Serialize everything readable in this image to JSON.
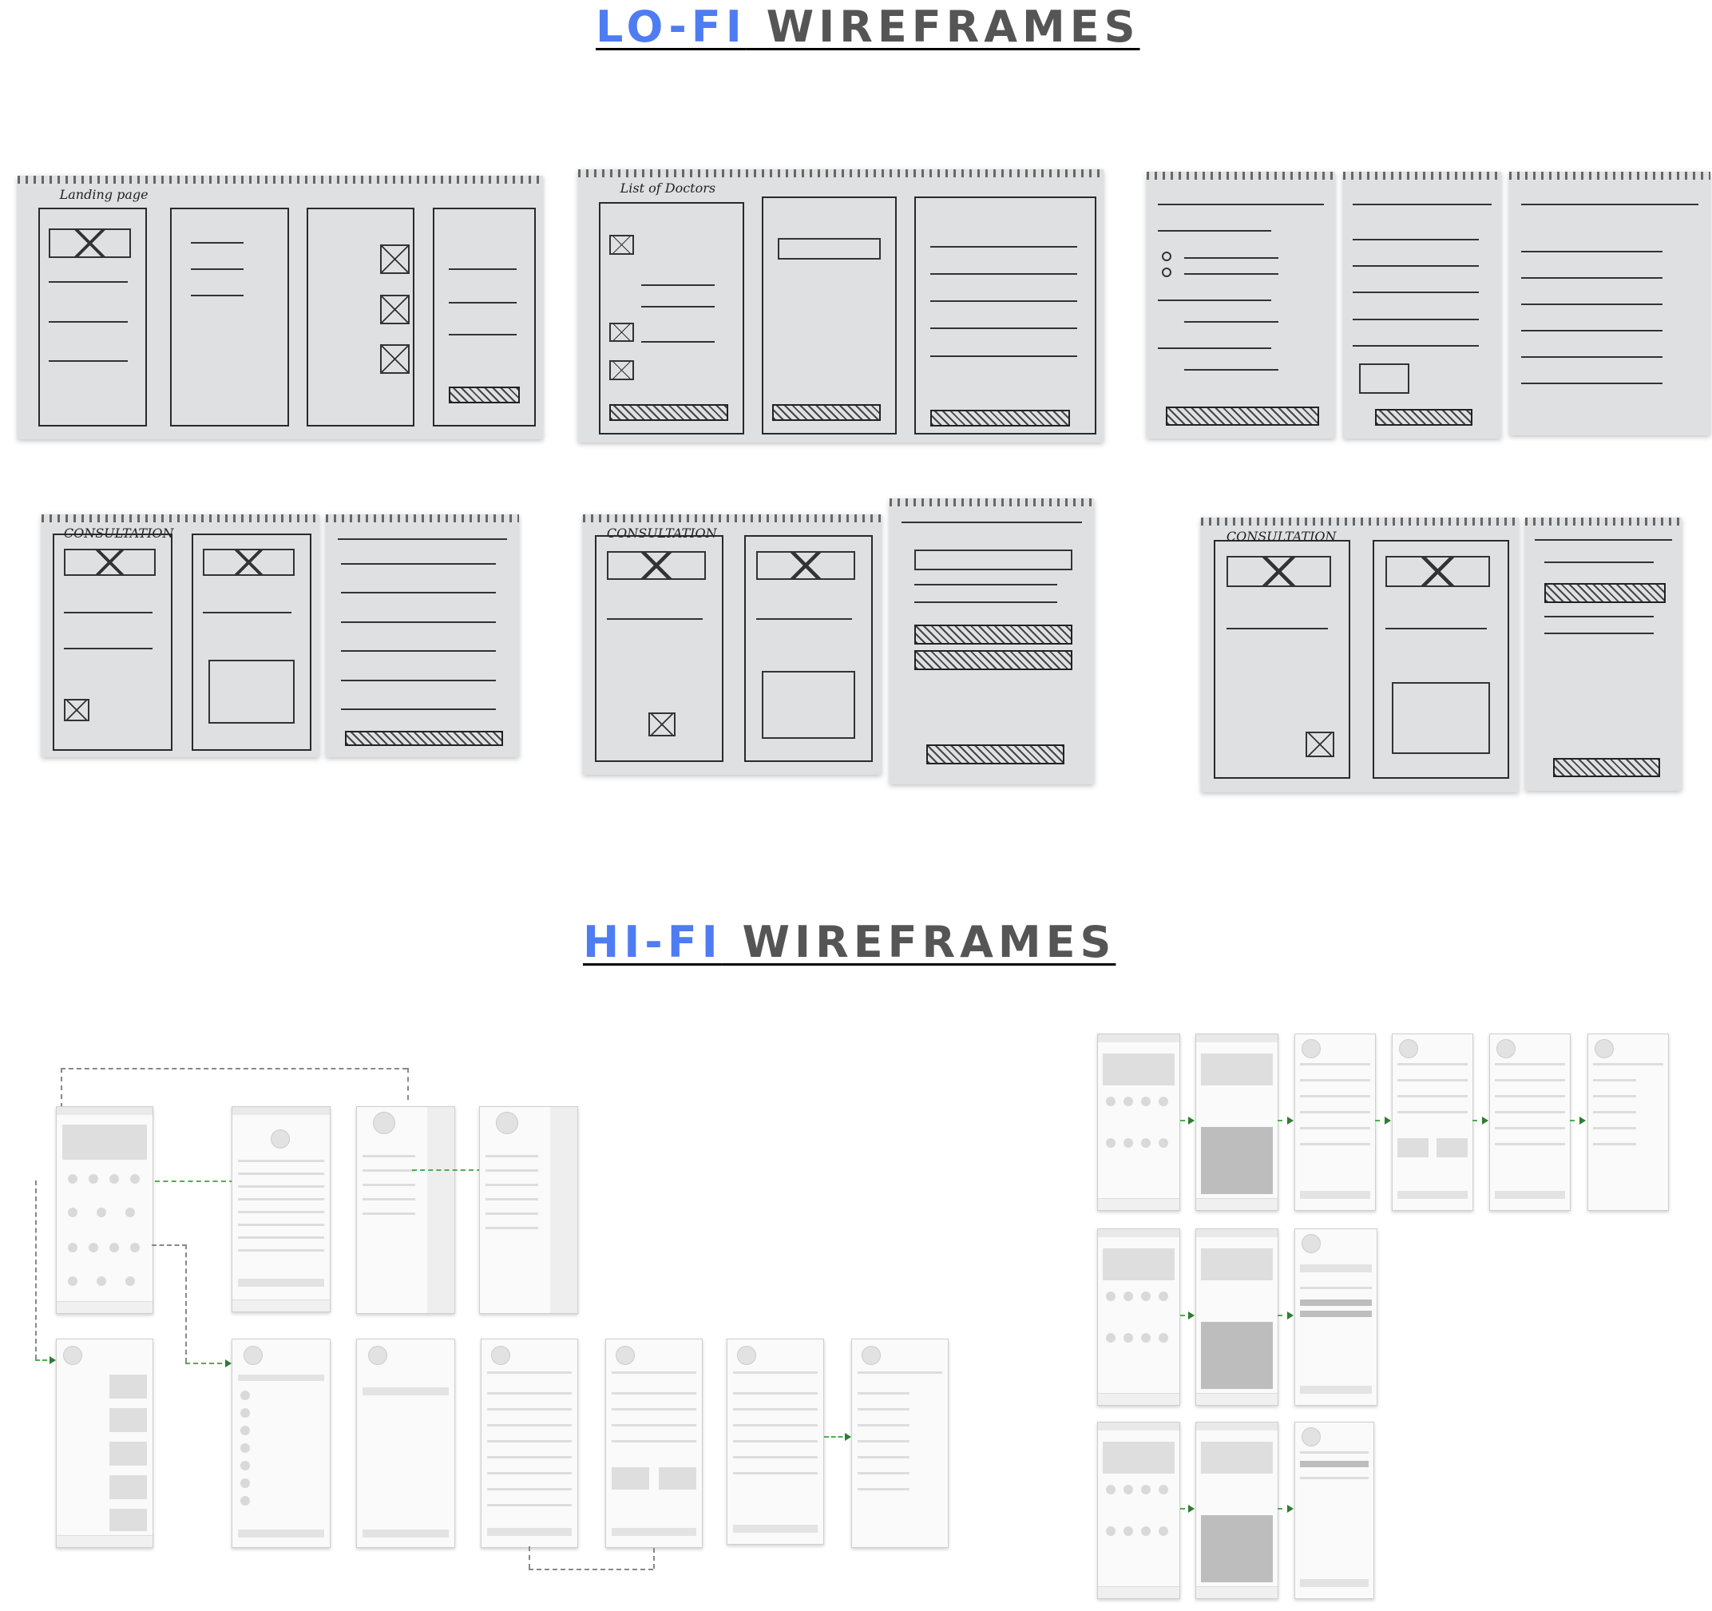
{
  "headings": {
    "lofi": {
      "accent": "LO-FI",
      "rest": " WIREFRAMES"
    },
    "hifi": {
      "accent": "HI-FI",
      "rest": " WIREFRAMES"
    }
  },
  "colors": {
    "accent": "#4e7cf2",
    "heading_dark": "#555555",
    "flow_arrow": "#2e7d32"
  },
  "lofi_sketches": [
    {
      "title": "Landing page"
    },
    {
      "title": "List of Doctors"
    },
    {
      "title": ""
    },
    {
      "title": ""
    },
    {
      "title": ""
    },
    {
      "title": "CONSULTATION"
    },
    {
      "title": ""
    },
    {
      "title": "CONSULTATION"
    },
    {
      "title": ""
    },
    {
      "title": "CONSULTATION"
    },
    {
      "title": ""
    }
  ]
}
